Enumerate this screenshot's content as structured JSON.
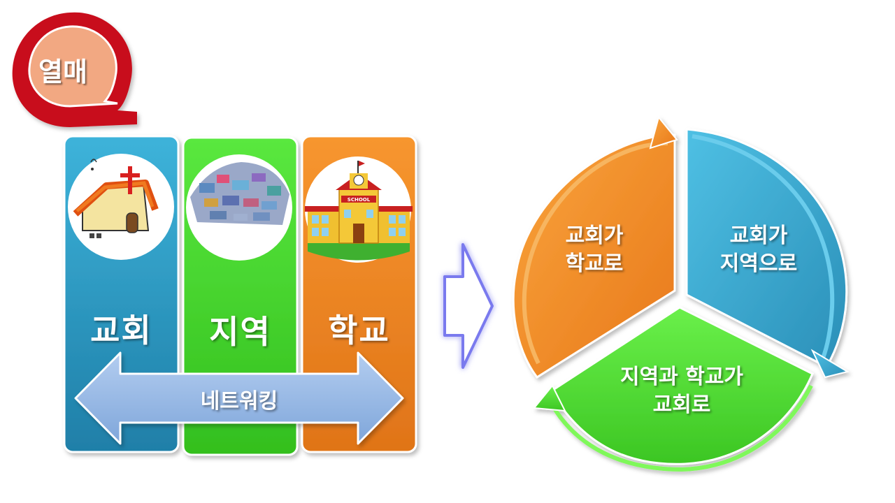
{
  "badge": {
    "text": "열매"
  },
  "columns": [
    {
      "label": "교회",
      "icon": "church-icon"
    },
    {
      "label": "지역",
      "icon": "town-icon"
    },
    {
      "label": "학교",
      "icon": "school-icon"
    }
  ],
  "network": {
    "label": "네트워킹"
  },
  "school_sign": "SCHOOL",
  "cycle": {
    "segments": [
      {
        "line1": "교회가",
        "line2": "학교로"
      },
      {
        "line1": "교회가",
        "line2": "지역으로"
      },
      {
        "line1": "지역과 학교가",
        "line2": "교회로"
      }
    ]
  },
  "colors": {
    "church": "#2F9CC4",
    "community": "#3FD02A",
    "school": "#F08020",
    "badge_ring": "#C8101A",
    "badge_fill": "#F2A882",
    "network_arrow": "#8DB1E0"
  }
}
